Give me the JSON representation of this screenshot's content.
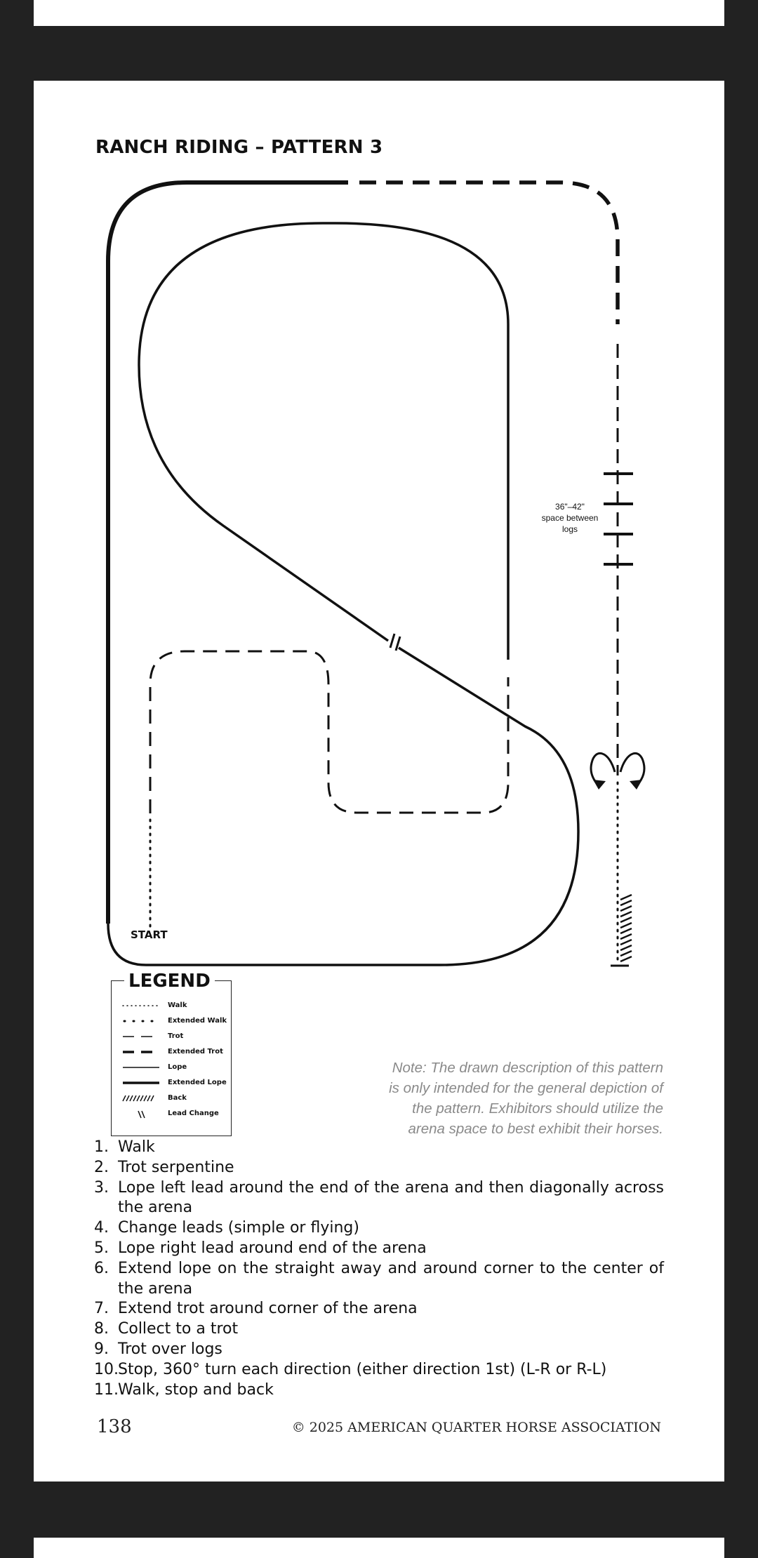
{
  "title": "RANCH RIDING – PATTERN 3",
  "diagram": {
    "start_label": "START",
    "log_note_line1": "36\"–42\"",
    "log_note_line2": "space between",
    "log_note_line3": "logs"
  },
  "legend": {
    "title": "LEGEND",
    "items": [
      {
        "label": "Walk",
        "style": "walk"
      },
      {
        "label": "Extended Walk",
        "style": "extended-walk"
      },
      {
        "label": "Trot",
        "style": "trot"
      },
      {
        "label": "Extended Trot",
        "style": "extended-trot"
      },
      {
        "label": "Lope",
        "style": "lope"
      },
      {
        "label": "Extended Lope",
        "style": "extended-lope"
      },
      {
        "label": "Back",
        "style": "back"
      },
      {
        "label": "Lead Change",
        "style": "lead-change"
      }
    ]
  },
  "note": "Note: The drawn description of this pattern is only intended for the general depiction of the pattern. Exhibitors should utilize the arena space to best exhibit their horses.",
  "steps": [
    {
      "num": "1.",
      "text": "Walk"
    },
    {
      "num": "2.",
      "text": "Trot serpentine"
    },
    {
      "num": "3.",
      "text": "Lope left lead around the end of the arena and then diagonally across the arena"
    },
    {
      "num": "4.",
      "text": "Change leads (simple or flying)"
    },
    {
      "num": "5.",
      "text": "Lope right lead around end of the arena"
    },
    {
      "num": "6.",
      "text": "Extend lope on the straight away and around corner to the center of the arena"
    },
    {
      "num": "7.",
      "text": "Extend trot around corner of the arena"
    },
    {
      "num": "8.",
      "text": "Collect to a trot"
    },
    {
      "num": "9.",
      "text": "Trot over logs"
    },
    {
      "num": "10.",
      "text": "Stop, 360° turn each direction (either direction 1st) (L-R or R-L)"
    },
    {
      "num": "11.",
      "text": "Walk, stop and back"
    }
  ],
  "footer": {
    "page_number": "138",
    "copyright": "© 2025 AMERICAN QUARTER HORSE ASSOCIATION"
  }
}
